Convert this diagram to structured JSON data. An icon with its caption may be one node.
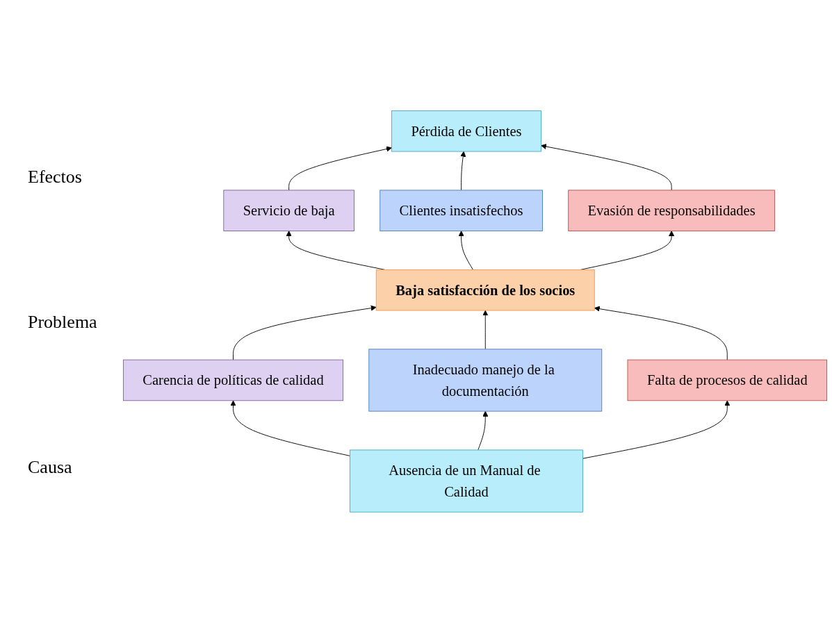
{
  "diagram": {
    "nodes": [
      {
        "text": [
          "Pérdida de Clientes"
        ]
      },
      {
        "text": [
          "Servicio de baja"
        ]
      },
      {
        "text": [
          "Clientes insatisfechos"
        ]
      },
      {
        "text": [
          "Evasión de responsabilidades"
        ]
      },
      {
        "text": [
          "Baja satisfacción de los socios"
        ]
      },
      {
        "text": [
          "Carencia de políticas de calidad"
        ]
      },
      {
        "text": [
          "Inadecuado manejo de la documentación"
        ]
      },
      {
        "text": [
          "Falta de procesos de calidad"
        ]
      },
      {
        "text": [
          "Ausencia de un Manual de Calidad"
        ]
      }
    ],
    "edges": [
      {
        "from": 8,
        "to": 5,
        "arrow": "to"
      },
      {
        "from": 8,
        "to": 6,
        "arrow": "to"
      },
      {
        "from": 8,
        "to": 7,
        "arrow": "to"
      },
      {
        "from": 5,
        "to": 4,
        "arrow": "to"
      },
      {
        "from": 6,
        "to": 4,
        "arrow": "to"
      },
      {
        "from": 7,
        "to": 4,
        "arrow": "to"
      },
      {
        "from": 4,
        "to": 1,
        "arrow": "to"
      },
      {
        "from": 4,
        "to": 2,
        "arrow": "to"
      },
      {
        "from": 4,
        "to": 3,
        "arrow": "to"
      },
      {
        "from": 1,
        "to": 0,
        "arrow": "to"
      },
      {
        "from": 2,
        "to": 0,
        "arrow": "to"
      },
      {
        "from": 3,
        "to": 0,
        "arrow": "to"
      }
    ],
    "labels": [
      "Efectos",
      "Problema",
      "Causa"
    ]
  }
}
